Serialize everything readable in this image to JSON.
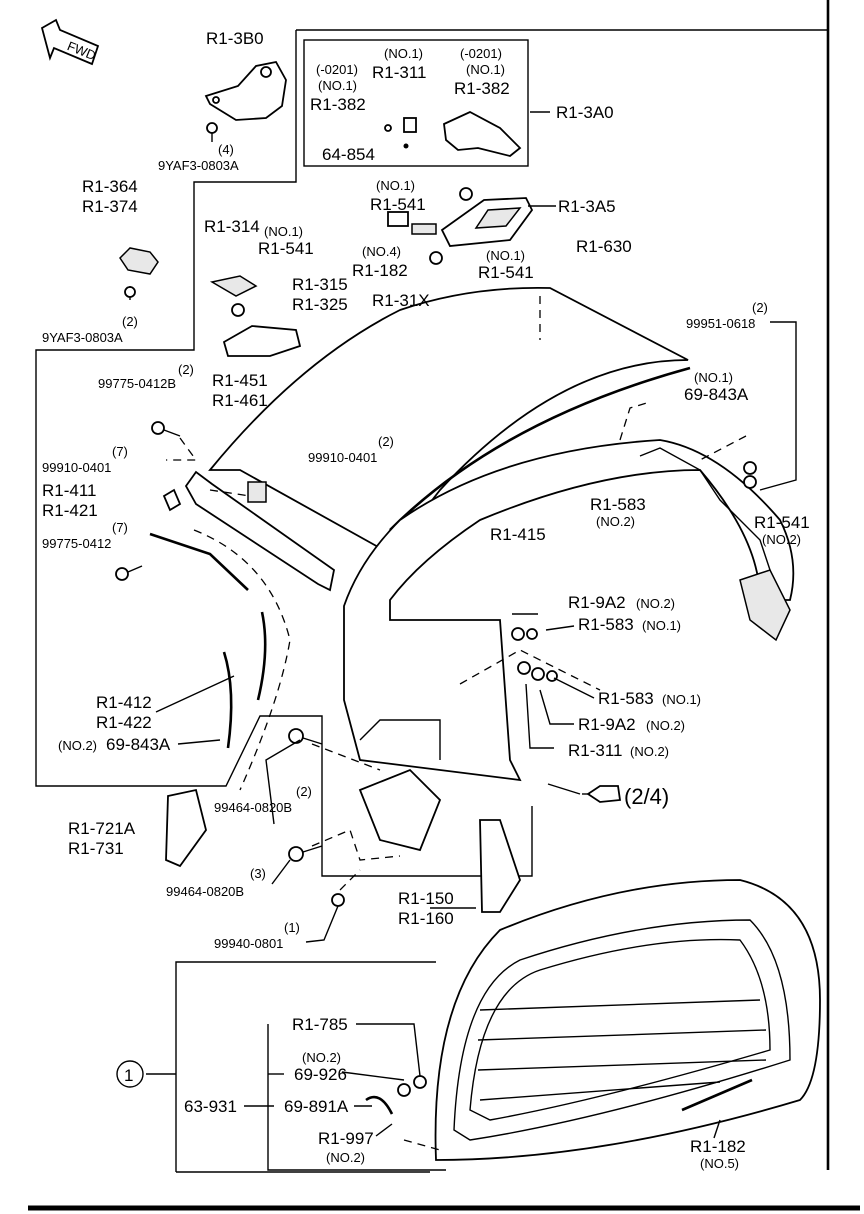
{
  "fwd": "FWD",
  "labels": {
    "r1_3b0": "R1-3B0",
    "q4": "(4)",
    "f9yaf3_a": "9YAF3-0803A",
    "r1_364": "R1-364",
    "r1_374": "R1-374",
    "q2_a": "(2)",
    "f9yaf3_b": "9YAF3-0803A",
    "no1_a": "(NO.1)",
    "r1_311_a": "R1-311",
    "m0201_a": "(-0201)",
    "no1_b": "(NO.1)",
    "r1_382_a": "R1-382",
    "m0201_b": "(-0201)",
    "no1_c": "(NO.1)",
    "r1_382_b": "R1-382",
    "r1_3a0": "R1-3A0",
    "f64_854": "64-854",
    "no1_d": "(NO.1)",
    "r1_541_a": "R1-541",
    "r1_3a5": "R1-3A5",
    "r1_314": "R1-314",
    "no1_e": "(NO.1)",
    "r1_541_b": "R1-541",
    "no4": "(NO.4)",
    "r1_182_a": "R1-182",
    "no1_f": "(NO.1)",
    "r1_541_c": "R1-541",
    "r1_31x": "R1-31X",
    "r1_315": "R1-315",
    "r1_325": "R1-325",
    "r1_630": "R1-630",
    "q2_b": "(2)",
    "f99951": "99951-0618",
    "q2_c": "(2)",
    "f99775_412b": "99775-0412B",
    "r1_451": "R1-451",
    "r1_461": "R1-461",
    "no1_g": "(NO.1)",
    "f69_843a_a": "69-843A",
    "q7_a": "(7)",
    "f99910_a": "99910-0401",
    "q2_d": "(2)",
    "f99910_b": "99910-0401",
    "r1_411": "R1-411",
    "r1_421": "R1-421",
    "q7_b": "(7)",
    "f99775_412": "99775-0412",
    "r1_583_a": "R1-583",
    "no2_a": "(NO.2)",
    "r1_415": "R1-415",
    "r1_541_d": "R1-541",
    "no2_b": "(NO.2)",
    "r1_9a2_a": "R1-9A2",
    "no2_c": "(NO.2)",
    "r1_583_b": "R1-583",
    "no1_h": "(NO.1)",
    "r1_583_c": "R1-583",
    "no1_i": "(NO.1)",
    "r1_412": "R1-412",
    "r1_422": "R1-422",
    "r1_9a2_b": "R1-9A2",
    "no2_d": "(NO.2)",
    "no2_e": "(NO.2)",
    "f69_843a_b": "69-843A",
    "r1_311_b": "R1-311",
    "no2_f": "(NO.2)",
    "q2_e": "(2)",
    "f99464_a": "99464-0820B",
    "ref24": "(2/4)",
    "r1_721a": "R1-721A",
    "r1_731": "R1-731",
    "q3": "(3)",
    "f99464_b": "99464-0820B",
    "r1_150": "R1-150",
    "r1_160": "R1-160",
    "q1": "(1)",
    "f99940": "99940-0801",
    "r1_785": "R1-785",
    "no2_g": "(NO.2)",
    "f69_926": "69-926",
    "circle1": "1",
    "f63_931": "63-931",
    "f69_891a": "69-891A",
    "r1_997": "R1-997",
    "no2_h": "(NO.2)",
    "r1_182_b": "R1-182",
    "no5": "(NO.5)"
  },
  "icons": [
    "fwd-arrow-icon",
    "hand-pointer-icon",
    "circled-number-icon"
  ]
}
